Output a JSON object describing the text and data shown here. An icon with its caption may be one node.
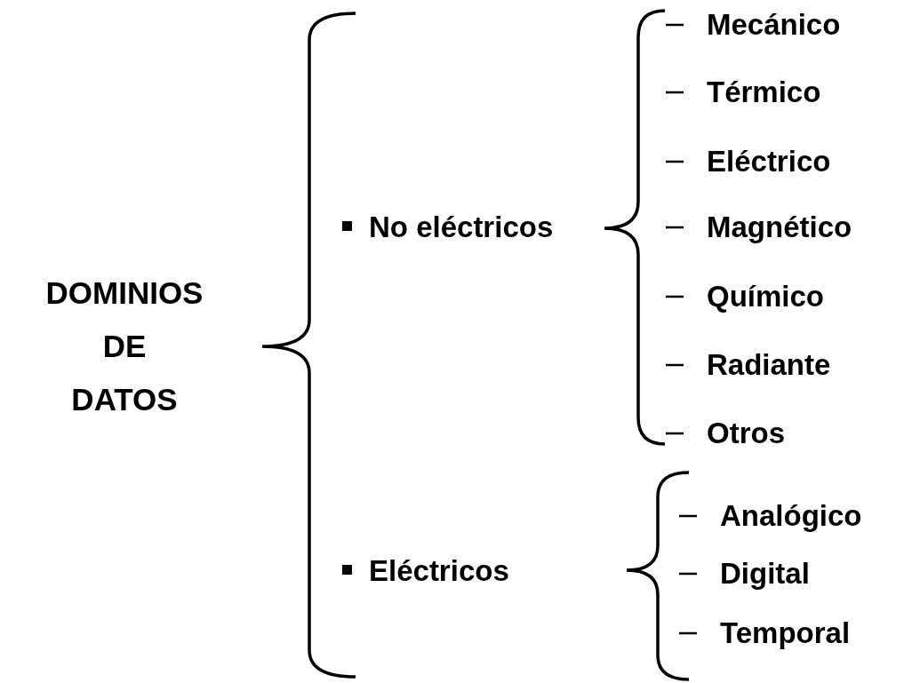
{
  "diagram": {
    "nodes": [
      {
        "text": [
          "DOMINIOS DE DATOS"
        ]
      },
      {
        "text": [
          "No eléctricos"
        ]
      },
      {
        "text": [
          "Mecánico"
        ]
      },
      {
        "text": [
          "Térmico"
        ]
      },
      {
        "text": [
          "Eléctrico"
        ]
      },
      {
        "text": [
          "Magnético"
        ]
      },
      {
        "text": [
          "Químico"
        ]
      },
      {
        "text": [
          "Radiante"
        ]
      },
      {
        "text": [
          "Otros"
        ]
      },
      {
        "text": [
          "Eléctricos"
        ]
      },
      {
        "text": [
          "Analógico"
        ]
      },
      {
        "text": [
          "Digital"
        ]
      },
      {
        "text": [
          "Temporal"
        ]
      }
    ]
  }
}
